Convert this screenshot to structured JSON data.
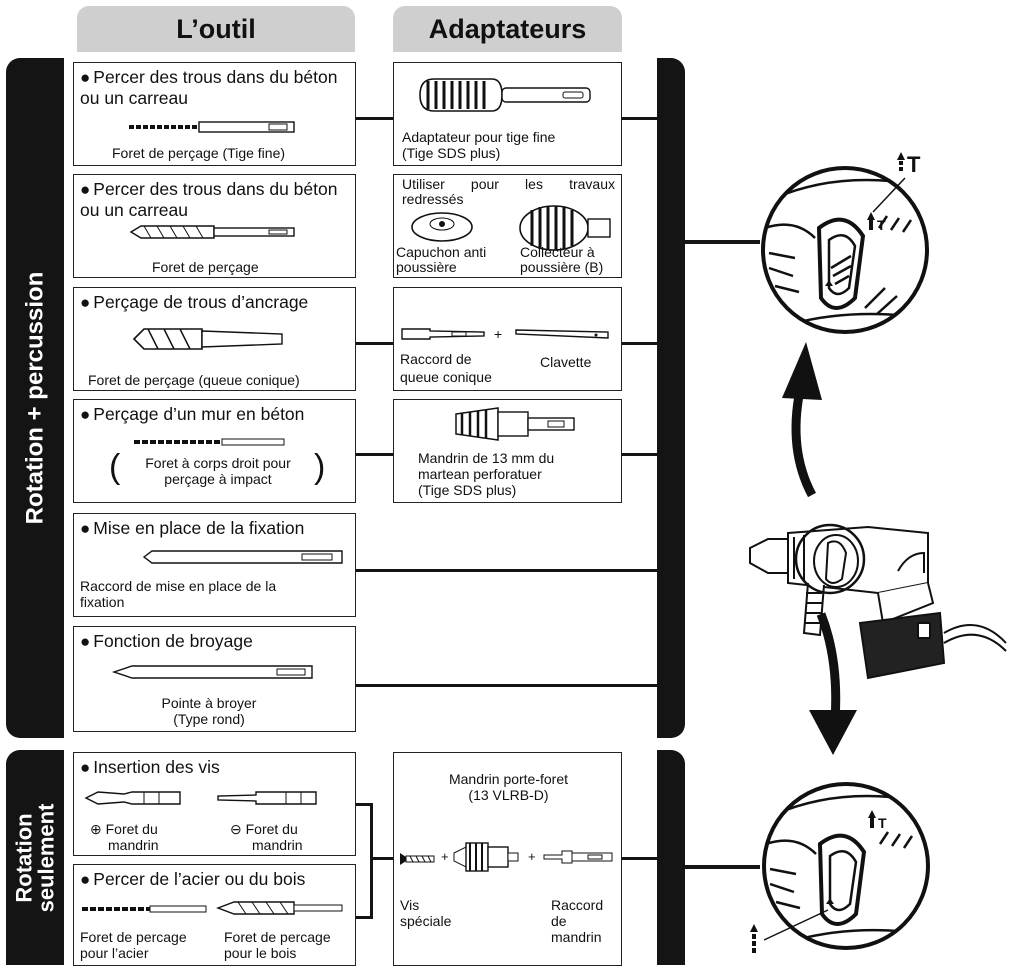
{
  "headers": {
    "tool": "L’outil",
    "adapters": "Adaptateurs"
  },
  "sides": {
    "rotation_percussion": "Rotation + percussion",
    "rotation_line1": "Rotation",
    "rotation_line2": "seulement"
  },
  "tools": [
    {
      "title_line1": "Percer des trous dans du béton",
      "title_line2": "ou un carreau",
      "caption": "Foret de perçage (Tige fine)"
    },
    {
      "title_line1": "Percer des trous dans du béton",
      "title_line2": "ou un carreau",
      "caption": "Foret de perçage"
    },
    {
      "title_line1": "Perçage de trous d’ancrage",
      "caption": "Foret de perçage (queue conique)"
    },
    {
      "title_line1": "Perçage d’un mur en béton",
      "caption_line1": "Foret à corps droit pour",
      "caption_line2": "perçage à impact"
    },
    {
      "title_line1": "Mise en place de la fixation",
      "caption_line1": "Raccord de mise en place de la",
      "caption_line2": "fixation"
    },
    {
      "title_line1": "Fonction de broyage",
      "caption_line1": "Pointe à broyer",
      "caption_line2": "(Type rond)"
    },
    {
      "title_line1": "Insertion des vis",
      "plus_caption_line1": "⊕ Foret du",
      "plus_caption_line2": "mandrin",
      "minus_caption_line1": "⊖ Foret du",
      "minus_caption_line2": "mandrin"
    },
    {
      "title_line1": "Percer de l’acier ou du bois",
      "steel_line1": "Foret de percage",
      "steel_line2": "pour l’acier",
      "wood_line1": "Foret de percage",
      "wood_line2": "pour le bois"
    }
  ],
  "adapters": {
    "a1_line1": "Adaptateur pour tige fine",
    "a1_line2": "(Tige SDS plus)",
    "a2_top_line1": "Utiliser pour les travaux",
    "a2_top_line2": "redressés",
    "a2_cap_line1": "Capuchon anti",
    "a2_cap_line2": "poussière",
    "a2_col_line1": "Collecteur à",
    "a2_col_line2": "poussière (B)",
    "a3_raccord_line1": "Raccord de",
    "a3_raccord_line2": "queue conique",
    "a3_clavette": "Clavette",
    "a4_line1": "Mandrin de 13 mm du",
    "a4_line2": "martean perforatuer",
    "a4_line3": "(Tige SDS plus)",
    "a5_title_line1": "Mandrin porte-foret",
    "a5_title_line2": "(13 VLRB-D)",
    "a5_vis_line1": "Vis",
    "a5_vis_line2": "spéciale",
    "a5_raccord_line1": "Raccord",
    "a5_raccord_line2": "de",
    "a5_raccord_line3": "mandrin"
  },
  "labels": {
    "hammer_symbol": "T"
  },
  "colors": {
    "header_bg": "#cfcfcf",
    "bar": "#141414"
  }
}
